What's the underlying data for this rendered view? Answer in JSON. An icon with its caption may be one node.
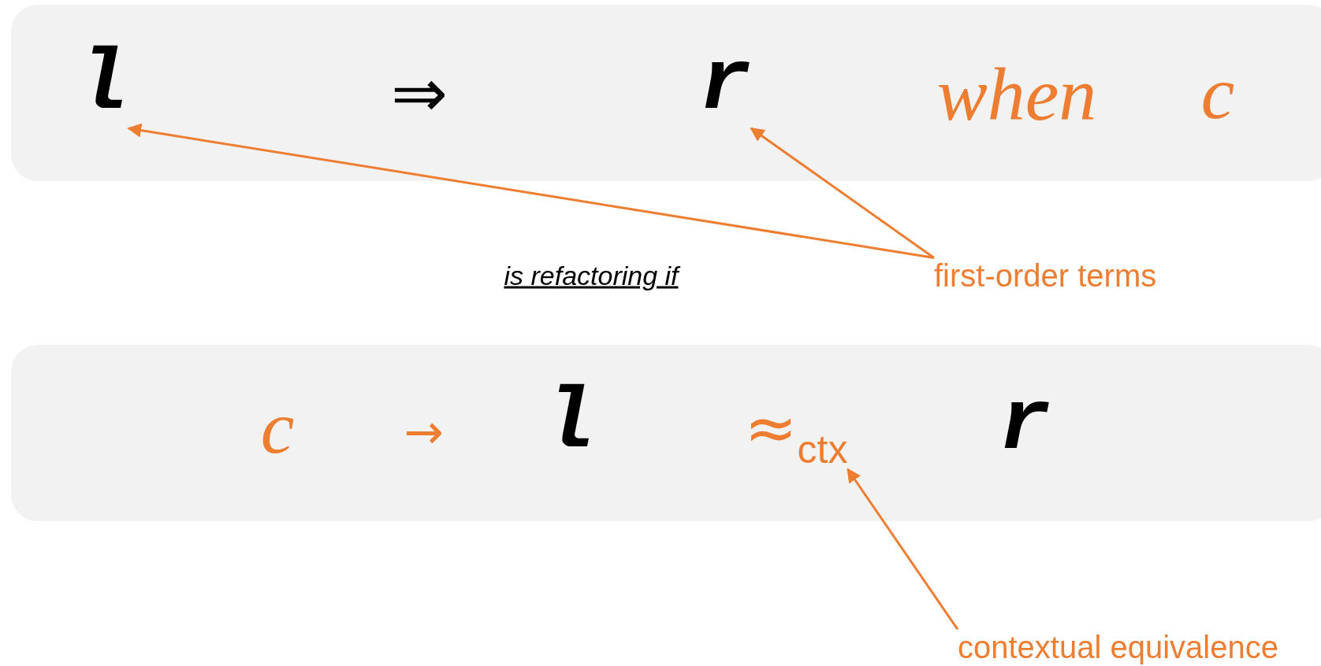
{
  "diagram": {
    "nodes": [
      {
        "text": [],
        "shape": "box"
      },
      {
        "text": [
          "l"
        ],
        "in": 0
      },
      {
        "text": [
          "⇒"
        ],
        "in": 0
      },
      {
        "text": [
          "r"
        ],
        "in": 0
      },
      {
        "text": [
          "when"
        ],
        "in": 0
      },
      {
        "text": [
          "c"
        ],
        "in": 0
      },
      {
        "text": [
          "first-order terms"
        ]
      },
      {
        "text": [],
        "shape": "box"
      },
      {
        "text": [
          "c"
        ],
        "in": 7
      },
      {
        "text": [
          "→"
        ],
        "in": 7
      },
      {
        "text": [
          "l"
        ],
        "in": 7
      },
      {
        "text": [
          "≈$_{ctx}$"
        ],
        "in": 7
      },
      {
        "text": [
          "r"
        ],
        "in": 7
      },
      {
        "text": [
          "contextual equivalence"
        ]
      }
    ],
    "edges": [
      {
        "from": 6,
        "to": 1,
        "arrow": "to"
      },
      {
        "from": 6,
        "to": 3,
        "arrow": "to"
      },
      {
        "from": 13,
        "to": 11,
        "arrow": "to"
      }
    ],
    "labels": [
      "is refactoring if"
    ]
  }
}
